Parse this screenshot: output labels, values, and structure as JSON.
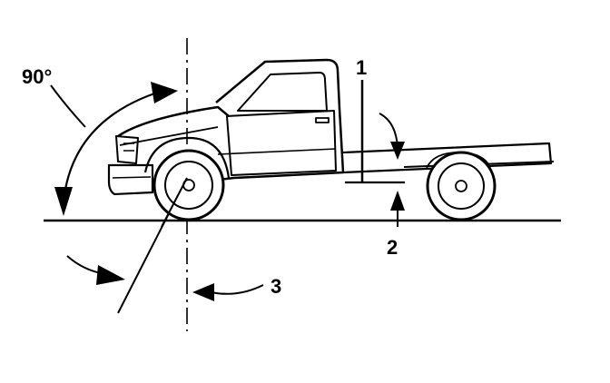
{
  "diagram": {
    "labels": {
      "angle": "90°",
      "callout_1": "1",
      "callout_2": "2",
      "callout_3": "3"
    },
    "colors": {
      "ink": "#000000",
      "paper": "#ffffff"
    }
  }
}
